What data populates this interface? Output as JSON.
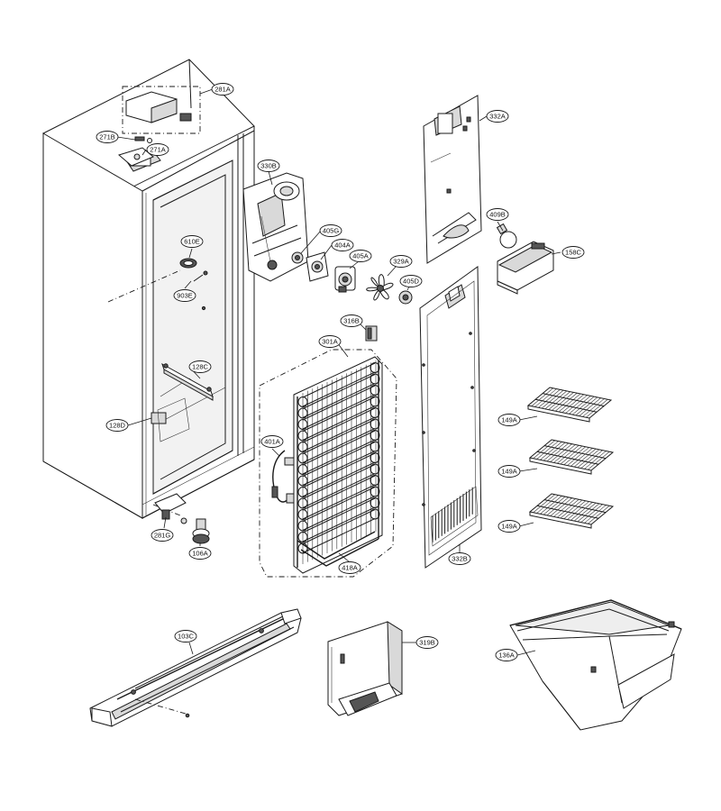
{
  "diagram": {
    "callouts": [
      {
        "id": "c281A",
        "label": "281A"
      },
      {
        "id": "c271B",
        "label": "271B"
      },
      {
        "id": "c271A",
        "label": "271A"
      },
      {
        "id": "c330B",
        "label": "330B"
      },
      {
        "id": "c332A",
        "label": "332A"
      },
      {
        "id": "c610E",
        "label": "610E"
      },
      {
        "id": "c405G",
        "label": "405G"
      },
      {
        "id": "c404A",
        "label": "404A"
      },
      {
        "id": "c405A",
        "label": "405A"
      },
      {
        "id": "c329A",
        "label": "329A"
      },
      {
        "id": "c405D",
        "label": "405D"
      },
      {
        "id": "c409B",
        "label": "409B"
      },
      {
        "id": "c158C",
        "label": "158C"
      },
      {
        "id": "c903E",
        "label": "903E"
      },
      {
        "id": "c316B",
        "label": "316B"
      },
      {
        "id": "c301A",
        "label": "301A"
      },
      {
        "id": "c128C",
        "label": "128C"
      },
      {
        "id": "c149A1",
        "label": "149A"
      },
      {
        "id": "c128D",
        "label": "128D"
      },
      {
        "id": "c401A",
        "label": "401A"
      },
      {
        "id": "c149A2",
        "label": "149A"
      },
      {
        "id": "c149A3",
        "label": "149A"
      },
      {
        "id": "c281G",
        "label": "281G"
      },
      {
        "id": "c106A",
        "label": "106A"
      },
      {
        "id": "c332B",
        "label": "332B"
      },
      {
        "id": "c418A",
        "label": "418A"
      },
      {
        "id": "c103C",
        "label": "103C"
      },
      {
        "id": "c319B",
        "label": "319B"
      },
      {
        "id": "c136A",
        "label": "136A"
      }
    ]
  }
}
